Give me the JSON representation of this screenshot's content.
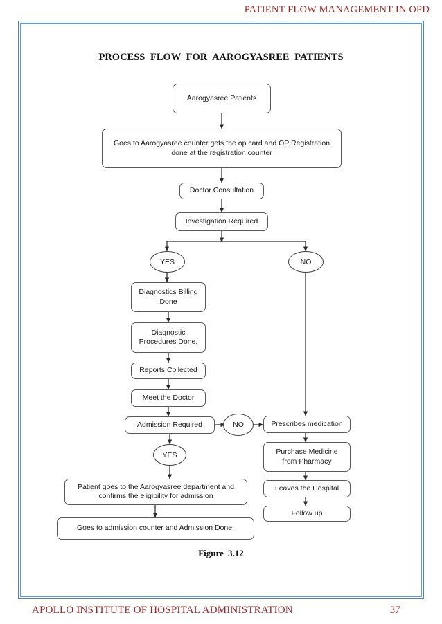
{
  "document": {
    "running_header": "PATIENT FLOW MANAGEMENT IN OPD",
    "footer_org": "APOLLO INSTITUTE OF HOSPITAL ADMINISTRATION",
    "footer_page_number": "37",
    "frame_color": "#4f81bd",
    "header_color": "#9e2a2b"
  },
  "figure": {
    "title": "PROCESS  FLOW  FOR  AAROGYASREE  PATIENTS",
    "caption": "Figure  3.12"
  },
  "flowchart": {
    "node_border_color": "#58595b",
    "nodes": [
      {
        "id": "start",
        "label": "Aarogyasree Patients"
      },
      {
        "id": "registration",
        "label": "Goes to Aarogyasree counter gets the op card and OP Registration done at the registration counter"
      },
      {
        "id": "consultation",
        "label": "Doctor Consultation"
      },
      {
        "id": "investigation",
        "label": "Investigation Required"
      },
      {
        "id": "inv-yes",
        "label": "YES"
      },
      {
        "id": "inv-no",
        "label": "NO"
      },
      {
        "id": "billing",
        "label": "Diagnostics Billing Done"
      },
      {
        "id": "procedures",
        "label": "Diagnostic Procedures Done."
      },
      {
        "id": "reports",
        "label": "Reports Collected"
      },
      {
        "id": "meet-doctor",
        "label": "Meet the Doctor"
      },
      {
        "id": "admission",
        "label": "Admission Required"
      },
      {
        "id": "adm-no",
        "label": "NO"
      },
      {
        "id": "adm-yes",
        "label": "YES"
      },
      {
        "id": "prescribes",
        "label": "Prescribes medication"
      },
      {
        "id": "purchase",
        "label": "Purchase Medicine from Pharmacy"
      },
      {
        "id": "leaves",
        "label": "Leaves the Hospital"
      },
      {
        "id": "followup",
        "label": "Follow up"
      },
      {
        "id": "department",
        "label": "Patient goes to the Aarogyasree department and confirms the eligibility for admission"
      },
      {
        "id": "admission-done",
        "label": "Goes to admission counter and Admission Done."
      }
    ],
    "node_labels": {
      "start": "Aarogyasree Patients",
      "registration_line1": "Goes to Aarogyasree counter gets the op card and OP Registration",
      "registration_line2": "done at the registration counter",
      "consultation": "Doctor Consultation",
      "investigation": "Investigation Required",
      "inv_yes": "YES",
      "inv_no": "NO",
      "billing_line1": "Diagnostics Billing",
      "billing_line2": "Done",
      "procedures_line1": "Diagnostic",
      "procedures_line2": "Procedures Done.",
      "reports": "Reports Collected",
      "meet_doctor": "Meet the Doctor",
      "admission": "Admission Required",
      "adm_no": "NO",
      "adm_yes": "YES",
      "prescribes": "Prescribes medication",
      "purchase_line1": "Purchase Medicine",
      "purchase_line2": "from Pharmacy",
      "leaves": "Leaves the Hospital",
      "followup": "Follow up",
      "department_line1": "Patient goes to the Aarogyasree department and",
      "department_line2": "confirms the eligibility for admission",
      "admission_done": "Goes to admission counter and Admission Done."
    }
  }
}
